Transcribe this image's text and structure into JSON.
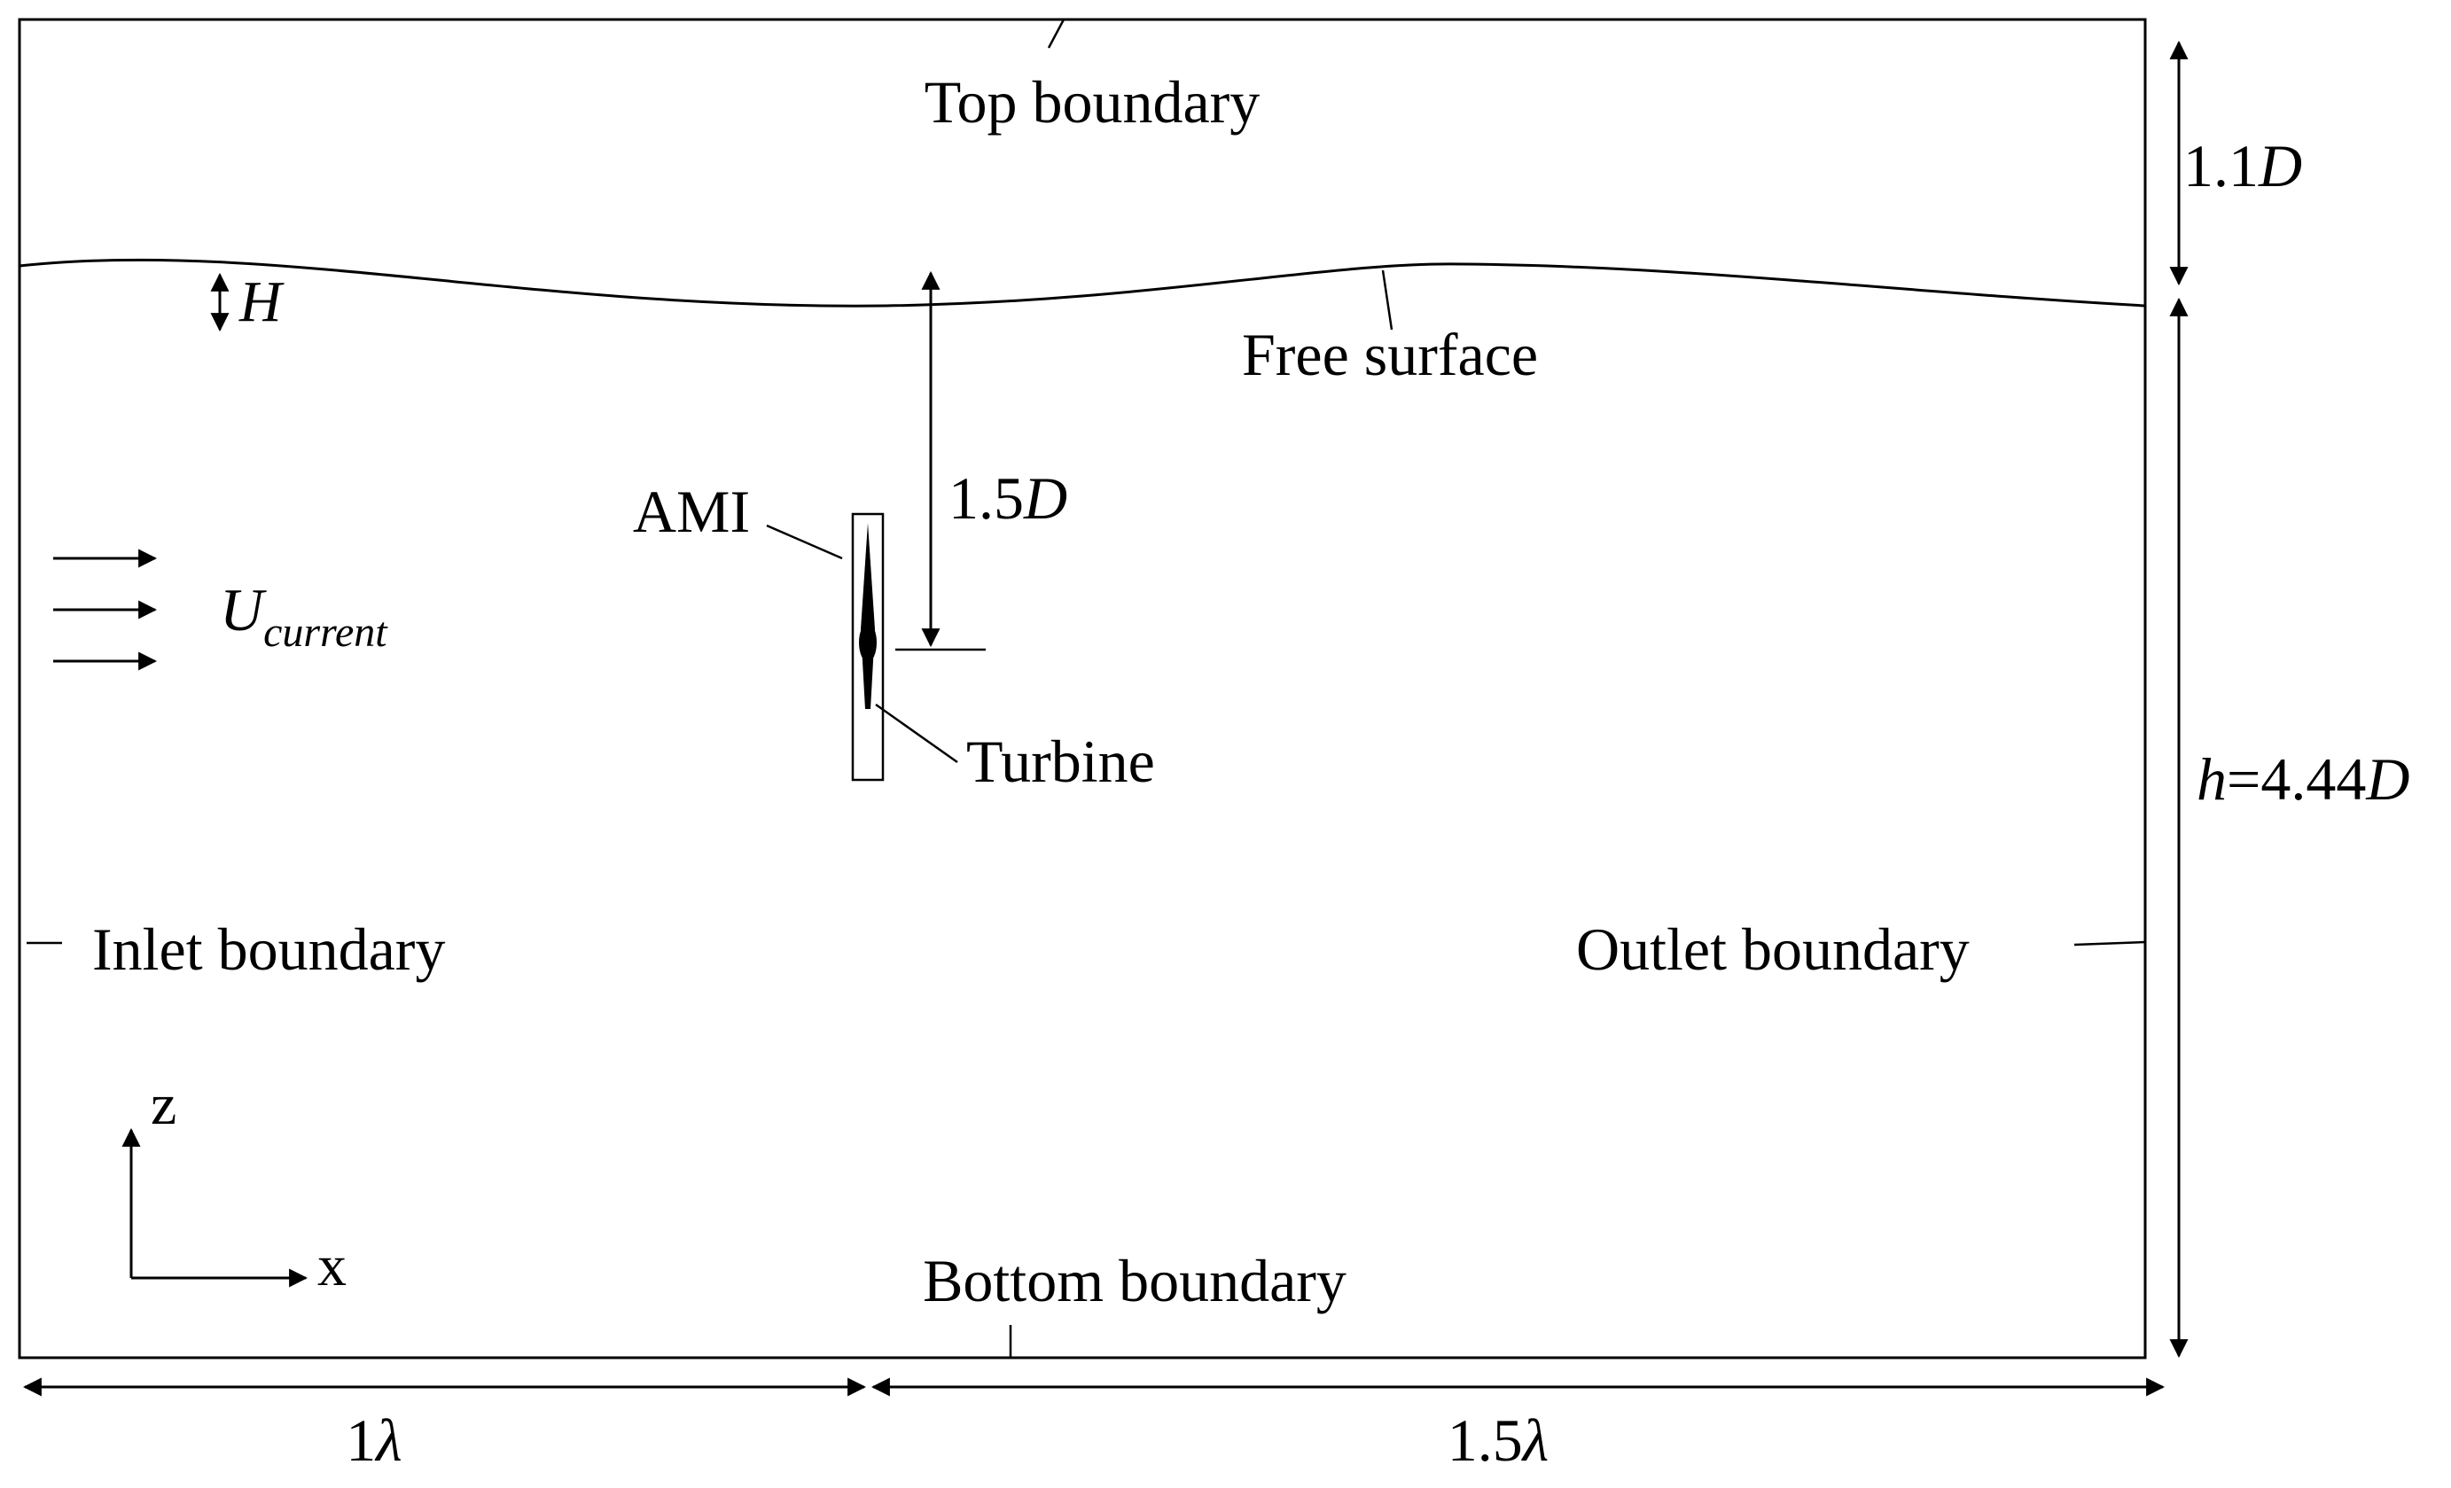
{
  "labels": {
    "top_boundary": "Top boundary",
    "free_surface": "Free surface",
    "ami": "AMI",
    "turbine": "Turbine",
    "inlet_boundary": "Inlet boundary",
    "outlet_boundary": "Outlet boundary",
    "bottom_boundary": "Bottom boundary",
    "u_symbol": "U",
    "u_subscript": "current",
    "wave_height_symbol": "H",
    "axis_x": "x",
    "axis_z": "z"
  },
  "dimensions": {
    "top_gap_value": "1.1",
    "top_gap_unit": "D",
    "depth_symbol": "h",
    "depth_value": "=4.44",
    "depth_unit": "D",
    "turbine_depth_value": "1.5",
    "turbine_depth_unit": "D",
    "upstream_value": "1",
    "upstream_unit": "λ",
    "downstream_value": "1.5",
    "downstream_unit": "λ"
  },
  "colors": {
    "line": "#000000",
    "background": "#ffffff"
  }
}
